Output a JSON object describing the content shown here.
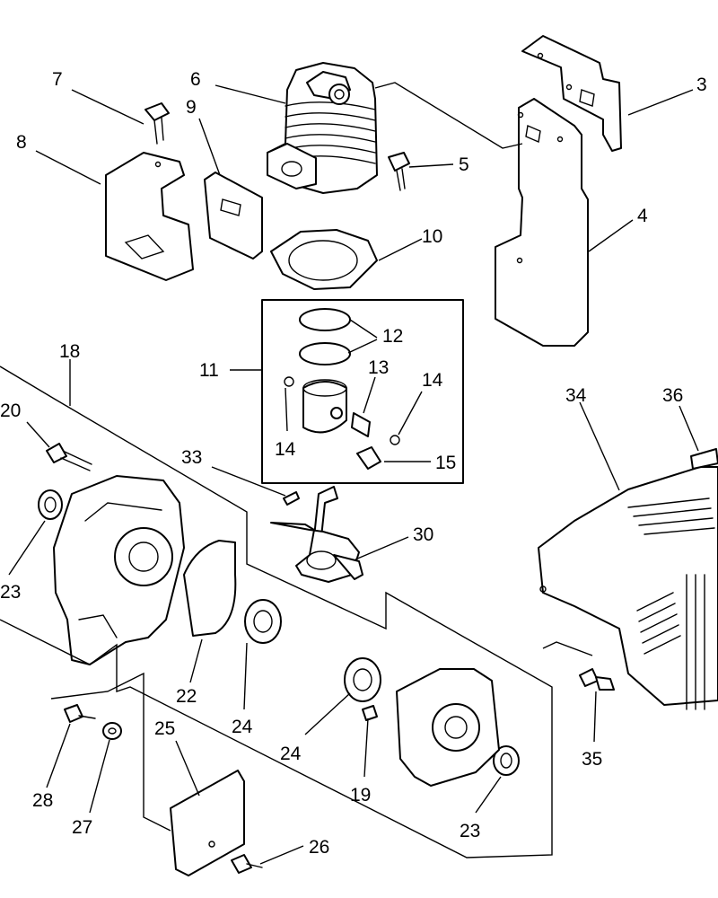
{
  "callouts": [
    "3",
    "4",
    "5",
    "6",
    "7",
    "8",
    "9",
    "10",
    "11",
    "12",
    "13",
    "14",
    "14",
    "15",
    "18",
    "20",
    "22",
    "23",
    "23",
    "24",
    "24",
    "25",
    "26",
    "27",
    "28",
    "19",
    "30",
    "33",
    "34",
    "35",
    "36"
  ]
}
